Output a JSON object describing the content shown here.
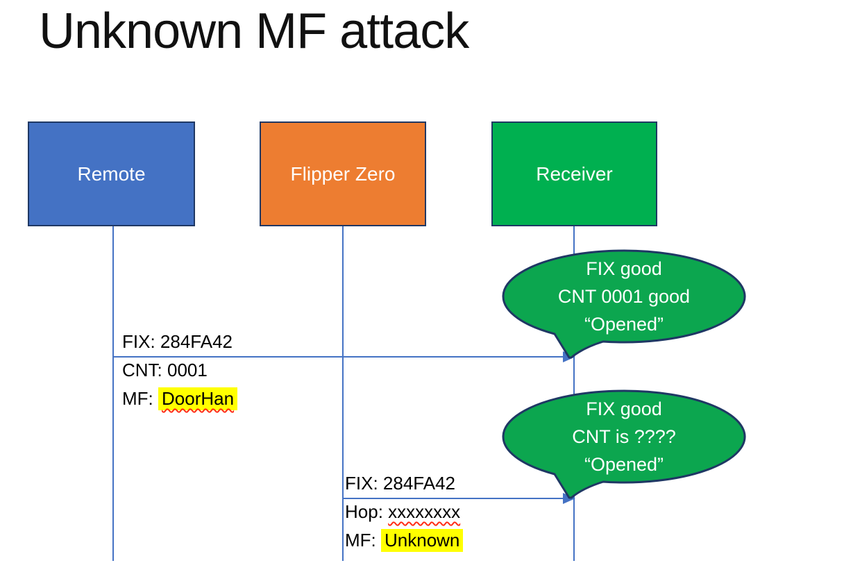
{
  "title": "Unknown MF attack",
  "actors": [
    {
      "label": "Remote",
      "fill": "#4472C4"
    },
    {
      "label": "Flipper Zero",
      "fill": "#ED7D31"
    },
    {
      "label": "Receiver",
      "fill": "#00B050"
    }
  ],
  "messages": [
    {
      "from": "Remote",
      "to": "Receiver",
      "line1": "FIX: 284FA42",
      "line2": "CNT: 0001",
      "line3_prefix": "MF: ",
      "line3_value": "DoorHan"
    },
    {
      "from": "Flipper Zero",
      "to": "Receiver",
      "line1": "FIX: 284FA42",
      "line2_prefix": "Hop: ",
      "line2_value": "xxxxxxxx",
      "line3_prefix": "MF: ",
      "line3_value": "Unknown"
    }
  ],
  "bubbles": [
    {
      "line1": "FIX good",
      "line2": "CNT 0001 good",
      "line3": "“Opened”"
    },
    {
      "line1": "FIX good",
      "line2": "CNT is ????",
      "line3": "“Opened”"
    }
  ],
  "colors": {
    "lifeline_blue": "#4472C4",
    "box_border_navy": "#1F3864",
    "bubble_green": "#0CA64F",
    "highlight_yellow": "#FFFF00",
    "squiggle_red": "#FF2D16"
  }
}
